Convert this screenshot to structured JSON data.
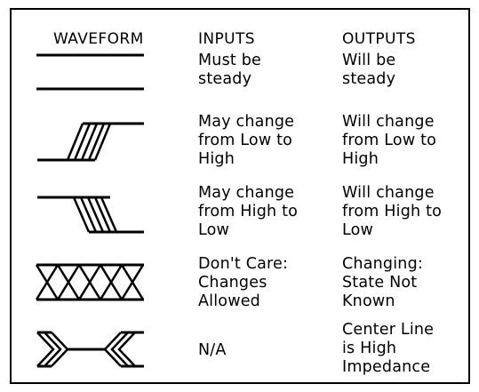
{
  "headers": {
    "waveform": "WAVEFORM",
    "inputs": "INPUTS",
    "outputs": "OUTPUTS"
  },
  "rows": [
    {
      "waveform_icon": "steady-lines-icon",
      "inputs": "Must be\nsteady",
      "outputs": "Will be\nsteady"
    },
    {
      "waveform_icon": "low-to-high-transition-icon",
      "inputs": "May change\nfrom Low to\nHigh",
      "outputs": "Will change\nfrom Low to\nHigh"
    },
    {
      "waveform_icon": "high-to-low-transition-icon",
      "inputs": "May change\nfrom High to\nLow",
      "outputs": "Will change\nfrom High to\nLow"
    },
    {
      "waveform_icon": "dont-care-crosshatch-icon",
      "inputs": "Don't Care:\nChanges\nAllowed",
      "outputs": "Changing:\nState Not\nKnown"
    },
    {
      "waveform_icon": "high-impedance-center-line-icon",
      "inputs": "N/A",
      "outputs": "Center Line\nis High\nImpedance"
    }
  ]
}
